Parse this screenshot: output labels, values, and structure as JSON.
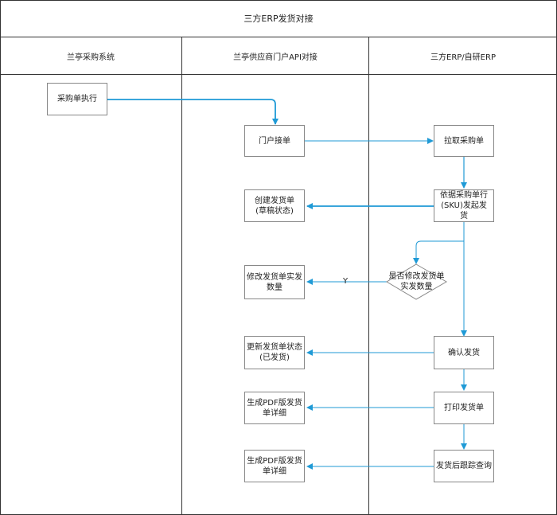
{
  "title": "三方ERP发货对接",
  "lanes": [
    "兰亭采购系统",
    "兰亭供应商门户API对接",
    "三方ERP/自研ERP"
  ],
  "nodes": {
    "purchase_exec": "采购单执行",
    "portal_receive": "门户接单",
    "pull_po": "拉取采购单",
    "create_shipment": "创建发货单\n(草稿状态)",
    "initiate_shipment": "依据采购单行\n(SKU)发起发\n货",
    "modify_qty": "修改发货单实发\n数量",
    "decision_modify": "是否修改发货单\n实发数量",
    "update_status": "更新发货单状态\n(已发货)",
    "confirm_ship": "确认发货",
    "gen_pdf_1": "生成PDF版发货\n单详细",
    "print_slip": "打印发货单",
    "gen_pdf_2": "生成PDF版发货\n单详细",
    "track_query": "发货后跟踪查询"
  },
  "edge_labels": {
    "yes": "Y"
  },
  "colors": {
    "arrow": "#1f9ad6",
    "border": "#333333",
    "box_border": "#888888"
  }
}
